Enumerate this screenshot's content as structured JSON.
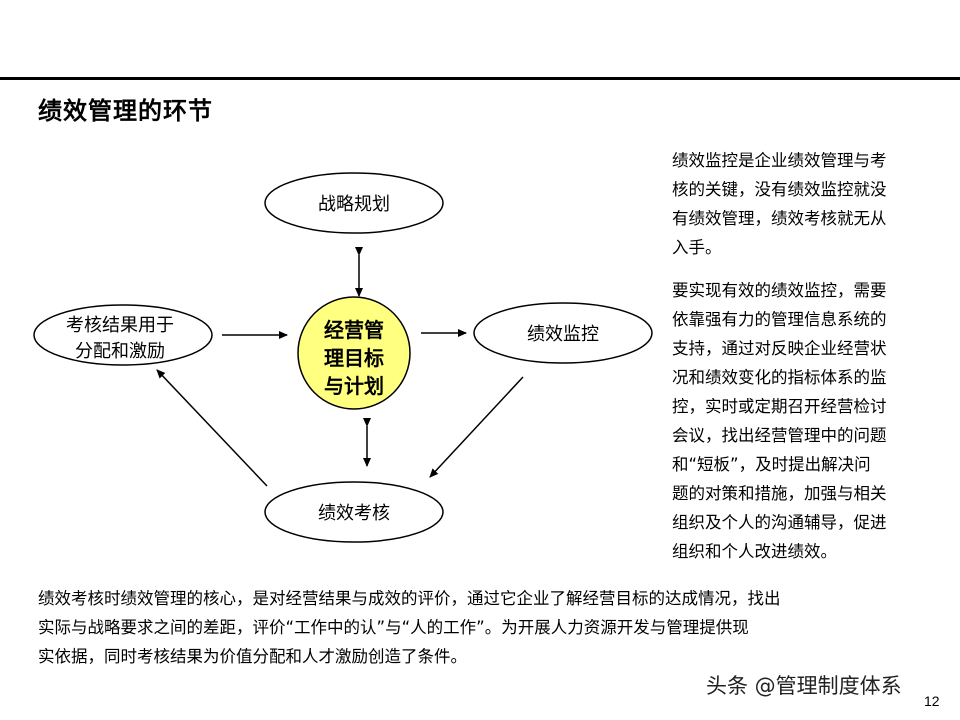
{
  "title": "绩效管理的环节",
  "diagram": {
    "center": [
      "经营管",
      "理目标",
      "与计划"
    ],
    "strategy": "战略规划",
    "monitor": "绩效监控",
    "assess": "绩效考核",
    "apply": [
      "考核结果用于",
      "分配和激励"
    ],
    "center_color": "#ffff80"
  },
  "side_paragraphs": [
    [
      "绩效监控是企业绩效管理与考",
      "核的关键，没有绩效监控就没",
      "有绩效管理，绩效考核就无从",
      "入手。"
    ],
    [
      "要实现有效的绩效监控，需要",
      "依靠强有力的管理信息系统的",
      "支持，通过对反映企业经营状",
      "况和绩效变化的指标体系的监",
      "控，实时或定期召开经营检讨",
      "会议，找出经营管理中的问题",
      "和“短板”，及时提出解决问",
      "题的对策和措施，加强与相关",
      "组织及个人的沟通辅导，促进",
      "组织和个人改进绩效。"
    ]
  ],
  "bottom_lines": [
    "绩效考核时绩效管理的核心，是对经营结果与成效的评价，通过它企业了解经营目标的达成情况，找出",
    "实际与战略要求之间的差距，评价“工作中的认”与“人的工作”。为开展人力资源开发与管理提供现",
    "实依据，同时考核结果为价值分配和人才激励创造了条件。"
  ],
  "watermark": "头条 @管理制度体系",
  "page_number": "12"
}
